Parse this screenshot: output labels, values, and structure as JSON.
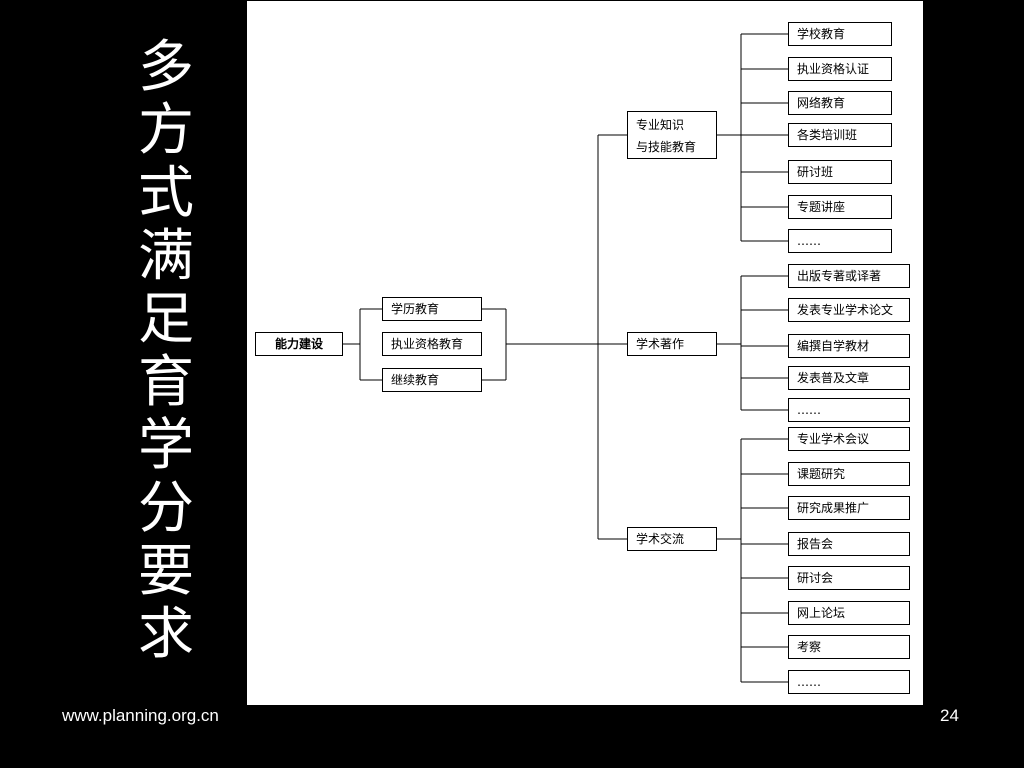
{
  "slide": {
    "title_chars": [
      "多",
      "方",
      "式",
      "满",
      "足",
      "育",
      "学",
      "分",
      "要",
      "求"
    ],
    "footer_url": "www.planning.org.cn",
    "page_number": "24"
  },
  "diagram": {
    "root": "能力建设",
    "level1": [
      "学历教育",
      "执业资格教育",
      "继续教育"
    ],
    "level2": {
      "knowledge": {
        "line1": "专业知识",
        "line2": "与技能教育"
      },
      "works": "学术著作",
      "exchange": "学术交流"
    },
    "knowledge_items": [
      "学校教育",
      "执业资格认证",
      "网络教育",
      "各类培训班",
      "研讨班",
      "专题讲座",
      "……"
    ],
    "works_items": [
      "出版专著或译著",
      "发表专业学术论文",
      "编撰自学教材",
      "发表普及文章",
      "……"
    ],
    "exchange_items": [
      "专业学术会议",
      "课题研究",
      "研究成果推广",
      "报告会",
      "研讨会",
      "网上论坛",
      "考察",
      "……"
    ]
  }
}
